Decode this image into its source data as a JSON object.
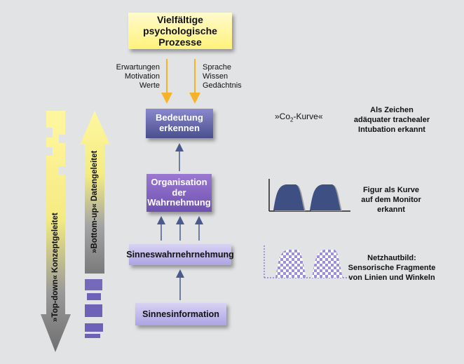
{
  "boxes": {
    "top": [
      "Vielfältige",
      "psychologische",
      "Prozesse"
    ],
    "meaning": [
      "Bedeutung",
      "erkennen"
    ],
    "organisation": [
      "Organisation",
      "der",
      "Wahrnehmung"
    ],
    "perception": "Sinneswahrnehrnehmung",
    "information": "Sinnesinformation"
  },
  "influences": {
    "left": [
      "Erwartungen",
      "Motivation",
      "Werte"
    ],
    "right": [
      "Sprache",
      "Wissen",
      "Gedächtnis"
    ]
  },
  "vertical_labels": {
    "top_down": "»Top-down« Konzeptgeleitet",
    "bottom_up": "»Bottom-up« Datengeleitet"
  },
  "examples": {
    "co2_prefix": "»Co",
    "co2_sub": "2",
    "co2_suffix": "-Kurve«",
    "sign": [
      "Als Zeichen",
      "adäquater trachealer",
      "Intubation erkannt"
    ],
    "figure": [
      "Figur als Kurve",
      "auf dem Monitor",
      "erkannt"
    ],
    "retina": [
      "Netzhautbild:",
      "Sensorische Fragmente",
      "von Linien und Winkeln"
    ]
  },
  "colors": {
    "yellow": "#fff27a",
    "orange_arrow": "#f5b32a",
    "dark_blue": "#4a4f8c",
    "purple": "#7a5bbf",
    "lavender": "#b7aee6",
    "grey": "#8c8c8c"
  }
}
